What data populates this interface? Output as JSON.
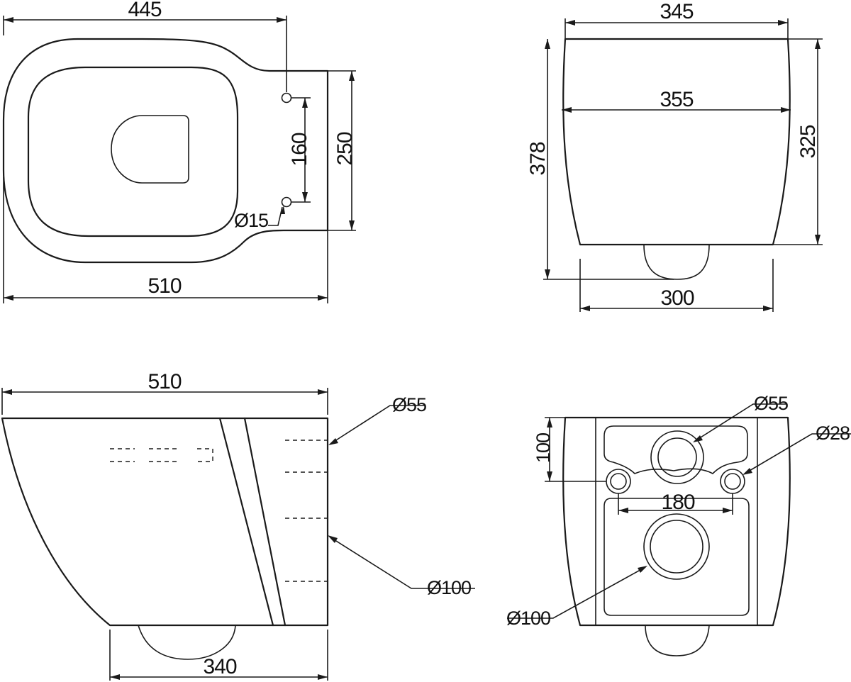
{
  "views": {
    "top": {
      "width_overall": "510",
      "width_to_holes": "445",
      "hole_spacing": "160",
      "rear_width": "250",
      "hole_diameter": "Ø15"
    },
    "front": {
      "top_width": "345",
      "max_width": "355",
      "height_overall": "378",
      "height_body": "325",
      "bottom_width": "300"
    },
    "side": {
      "length_overall": "510",
      "length_bottom": "340",
      "outlet_top": "Ø55",
      "outlet_bottom": "Ø100"
    },
    "rear": {
      "inlet_diameter": "Ø55",
      "bolt_diameter": "Ø28",
      "outlet_diameter": "Ø100",
      "bolt_spacing": "180",
      "bolt_height": "100"
    }
  }
}
